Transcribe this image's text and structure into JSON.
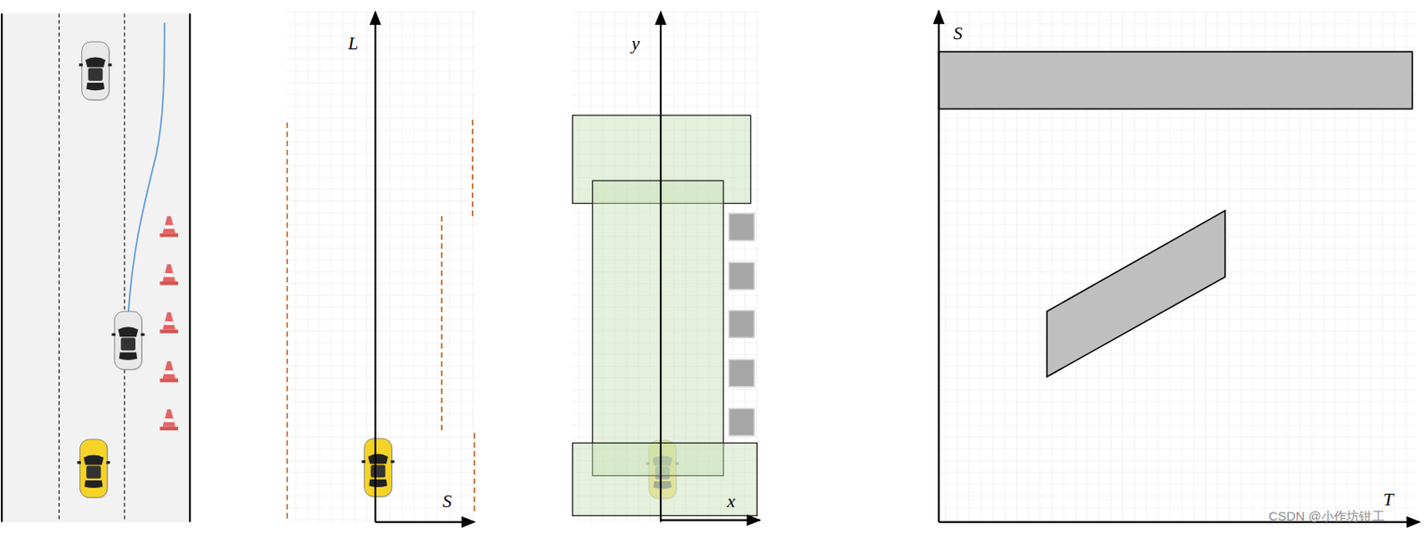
{
  "diagram": {
    "labels": [
      "L",
      "S",
      "y",
      "x",
      "S",
      "T",
      "CSDN @小作坊钳工"
    ]
  }
}
